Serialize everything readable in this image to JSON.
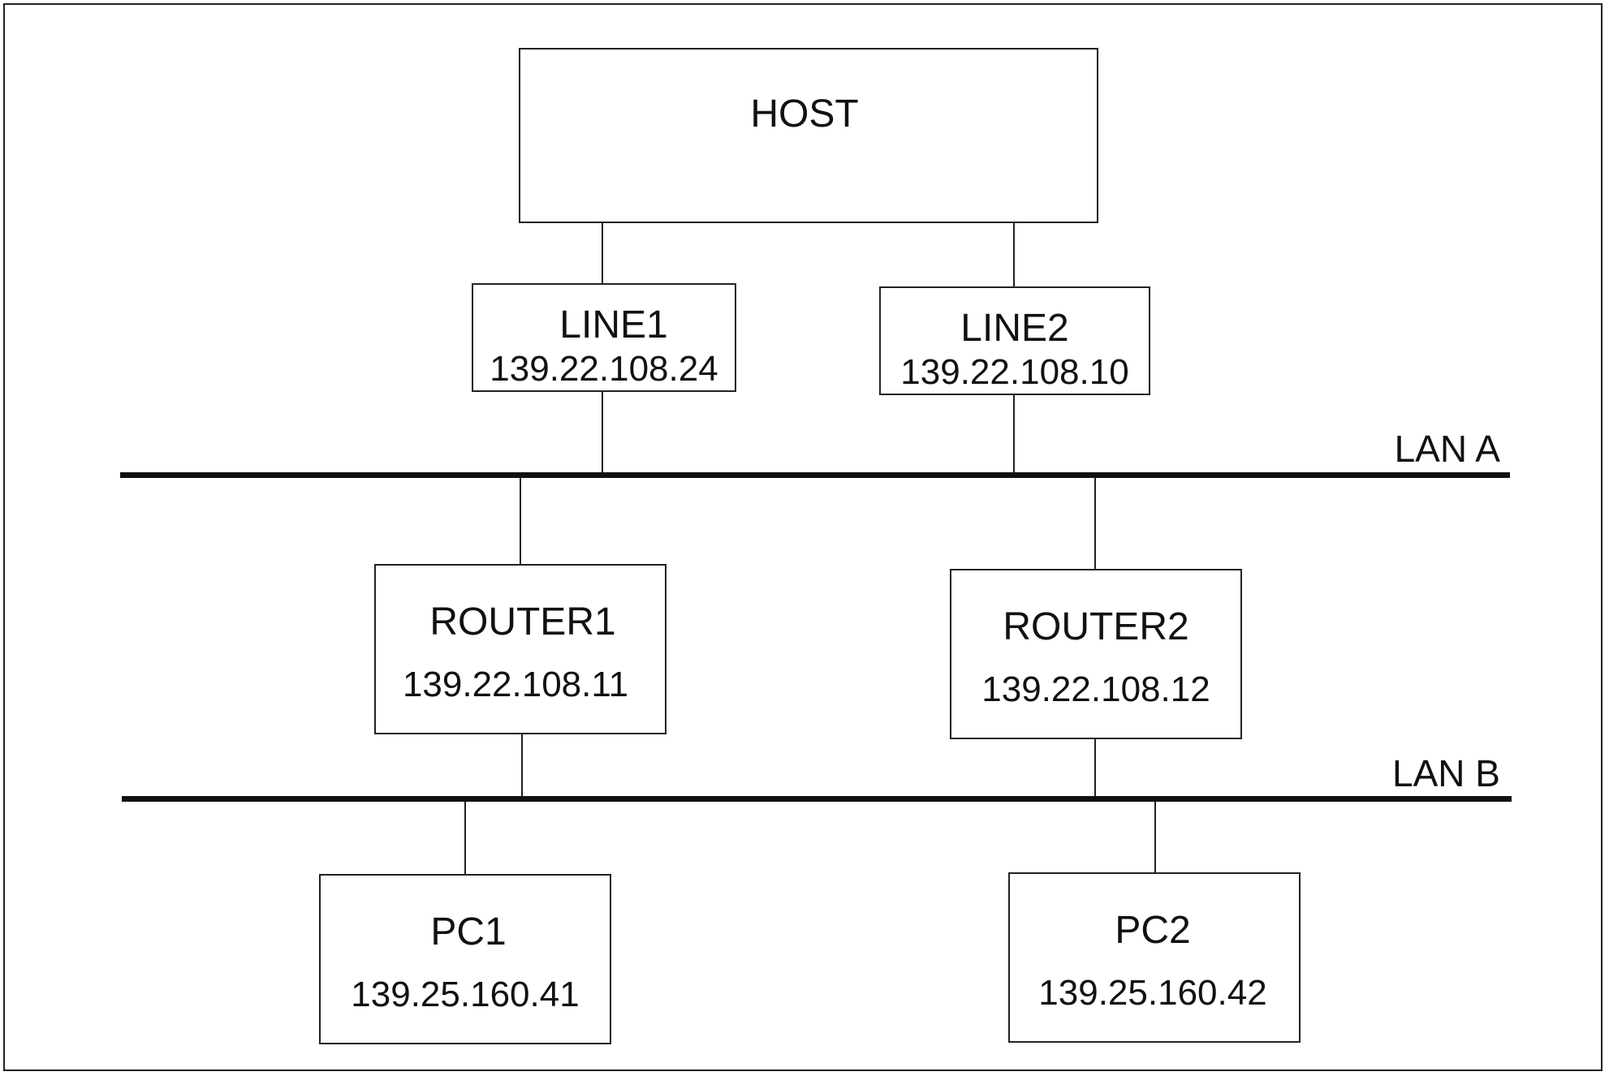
{
  "host": {
    "name": "HOST"
  },
  "lines": [
    {
      "name": "LINE1",
      "address": "139.22.108.24"
    },
    {
      "name": "LINE2",
      "address": "139.22.108.10"
    }
  ],
  "lans": [
    {
      "name": "LAN A"
    },
    {
      "name": "LAN B"
    }
  ],
  "routers": [
    {
      "name": "ROUTER1",
      "address": "139.22.108.11"
    },
    {
      "name": "ROUTER2",
      "address": "139.22.108.12"
    }
  ],
  "pcs": [
    {
      "name": "PC1",
      "address": "139.25.160.41"
    },
    {
      "name": "PC2",
      "address": "139.25.160.42"
    }
  ]
}
